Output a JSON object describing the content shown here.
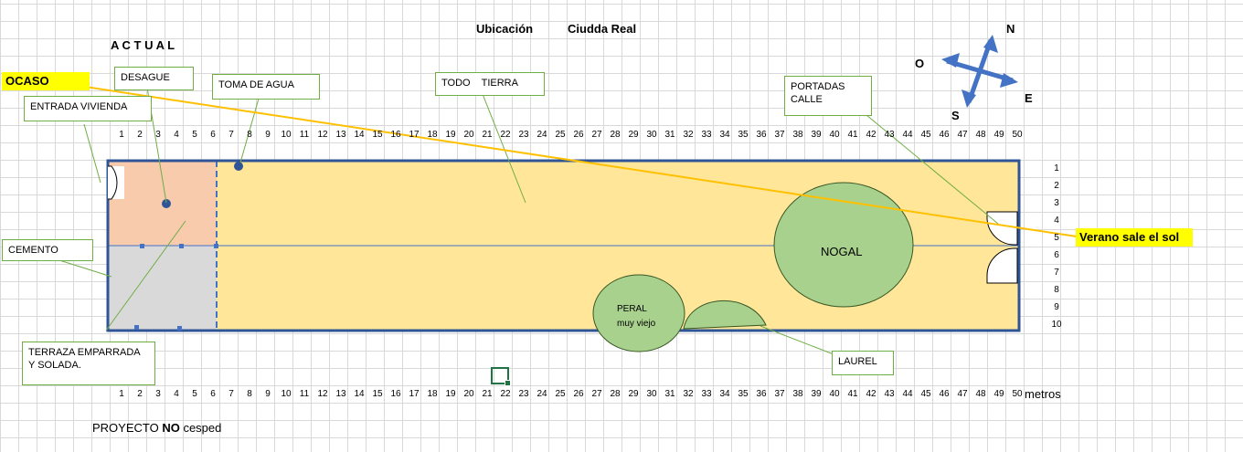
{
  "header": {
    "actual": "A C T U A L",
    "ubicacion_label": "Ubicación",
    "ubicacion_value": "Ciudda Real"
  },
  "compass": {
    "north": "N",
    "south": "S",
    "east": "E",
    "west": "O",
    "color": "#4472c4"
  },
  "labels": {
    "ocaso": "OCASO",
    "verano": "Verano sale el sol",
    "desague": "DESAGUE",
    "toma_agua": "TOMA DE AGUA",
    "entrada": "ENTRADA VIVIENDA",
    "todo_tierra": "TODO    TIERRA",
    "portadas": "PORTADAS CALLE",
    "cemento": "CEMENTO",
    "terraza": "TERRAZA EMPARRADA Y SOLADA.",
    "laurel": "LAUREL"
  },
  "trees": {
    "nogal": "NOGAL",
    "peral_line1": "PERAL",
    "peral_line2": "muy viejo"
  },
  "ruler": {
    "numbers": [
      "1",
      "2",
      "3",
      "4",
      "5",
      "6",
      "7",
      "8",
      "9",
      "10",
      "11",
      "12",
      "13",
      "14",
      "15",
      "16",
      "17",
      "18",
      "19",
      "20",
      "21",
      "22",
      "23",
      "24",
      "25",
      "26",
      "27",
      "28",
      "29",
      "30",
      "31",
      "32",
      "33",
      "34",
      "35",
      "36",
      "37",
      "38",
      "39",
      "40",
      "41",
      "42",
      "43",
      "44",
      "45",
      "46",
      "47",
      "48",
      "49",
      "50"
    ],
    "unit": "metros"
  },
  "vruler": {
    "numbers": [
      "1",
      "2",
      "3",
      "4",
      "5",
      "6",
      "7",
      "8",
      "9",
      "10"
    ]
  },
  "footer": {
    "prefix": "PROYECTO ",
    "bold": "NO",
    "suffix": " cesped"
  },
  "colors": {
    "tierra": "#ffe699",
    "patio": "#f8cbad",
    "cemento": "#d9d9d9",
    "tree": "#a9d18e",
    "border": "#2f5597",
    "highlight": "#ffff00",
    "sun_line": "#ffc000"
  }
}
